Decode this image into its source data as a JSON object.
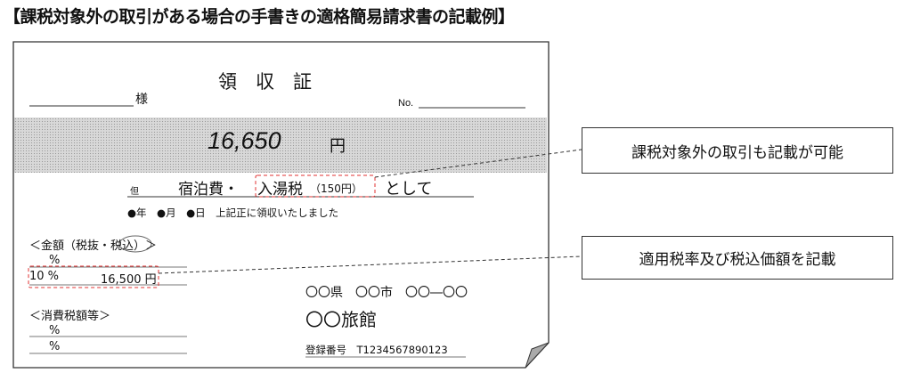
{
  "heading": "【課税対象外の取引がある場合の手書きの適格簡易請求書の記載例】",
  "receipt": {
    "title": "領　収　証",
    "addressee_suffix": "様",
    "number_label": "No.",
    "amount": "16,650",
    "yen": "円",
    "tadashi": "但",
    "purpose_main": "宿泊費・",
    "purpose_highlight": "入湯税",
    "purpose_highlight_amount": "（150円）",
    "purpose_suffix": "として",
    "date_line": "●年　●月　●日　上記正に領収いたしました",
    "amount_section_label_prefix": "＜金額（税抜・",
    "amount_section_circled": "税込",
    "amount_section_label_suffix": "）＞",
    "amount_rows": [
      {
        "rate": "%",
        "value": ""
      },
      {
        "rate": "10 %",
        "value": "16,500 円"
      }
    ],
    "tax_section_label": "＜消費税額等＞",
    "tax_rows": [
      {
        "rate": "%"
      },
      {
        "rate": "%"
      }
    ],
    "issuer_address": "〇〇県　〇〇市　〇〇―〇〇",
    "issuer_name": "〇〇旅館",
    "registration_label": "登録番号　T1234567890123"
  },
  "callouts": [
    "課税対象外の取引も記載が可能",
    "適用税率及び税込価額を記載"
  ],
  "colors": {
    "highlight": "#e03030",
    "border": "#333333"
  }
}
